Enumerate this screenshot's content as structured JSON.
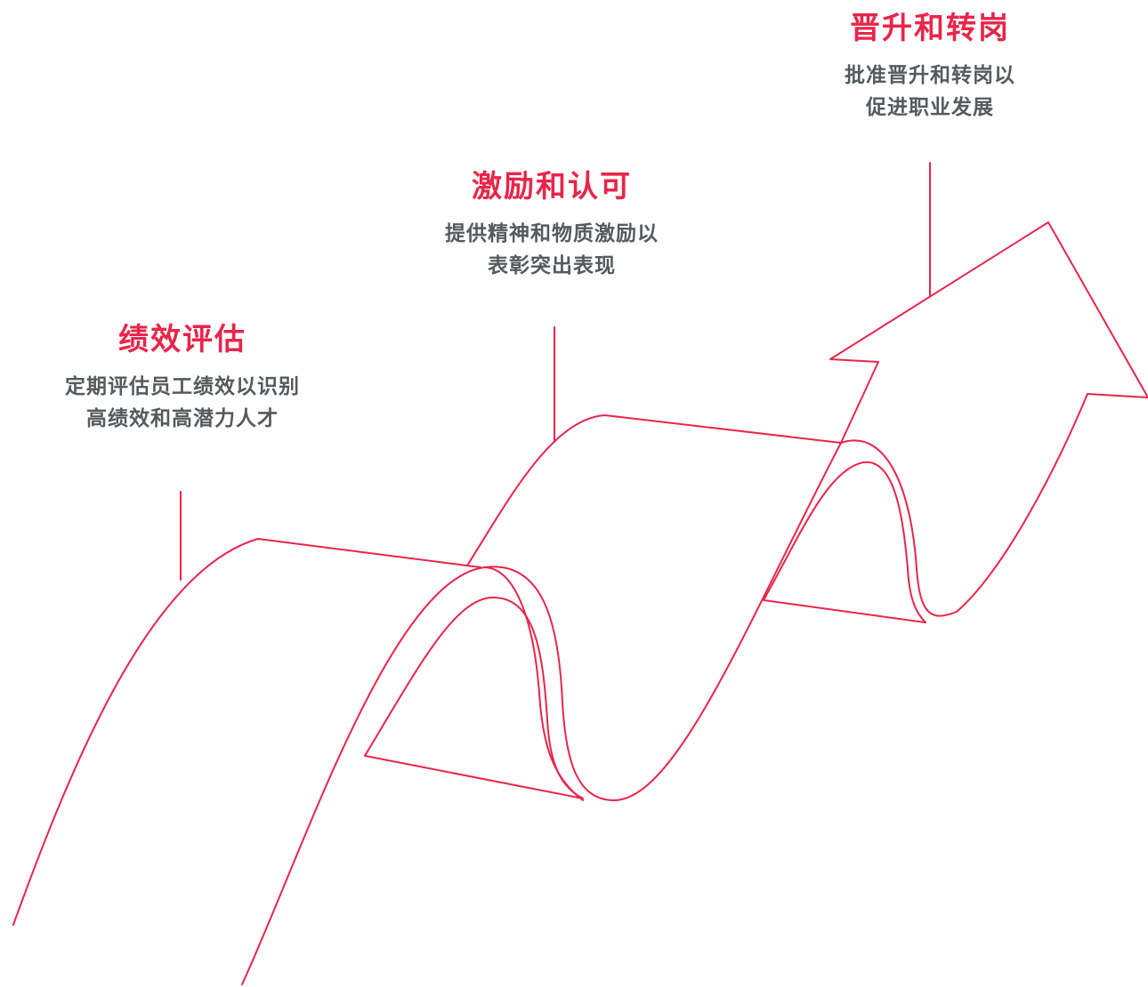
{
  "steps": [
    {
      "title": "绩效评估",
      "description_lines": [
        "定期评估员工绩效以识别",
        "高绩效和高潜力人才"
      ]
    },
    {
      "title": "激励和认可",
      "description_lines": [
        "提供精神和物质激励以",
        "表彰突出表现"
      ]
    },
    {
      "title": "晋升和转岗",
      "description_lines": [
        "批准晋升和转岗以",
        "促进职业发展"
      ]
    }
  ],
  "colors": {
    "accent": "#e8254a",
    "text": "#555a5f"
  }
}
